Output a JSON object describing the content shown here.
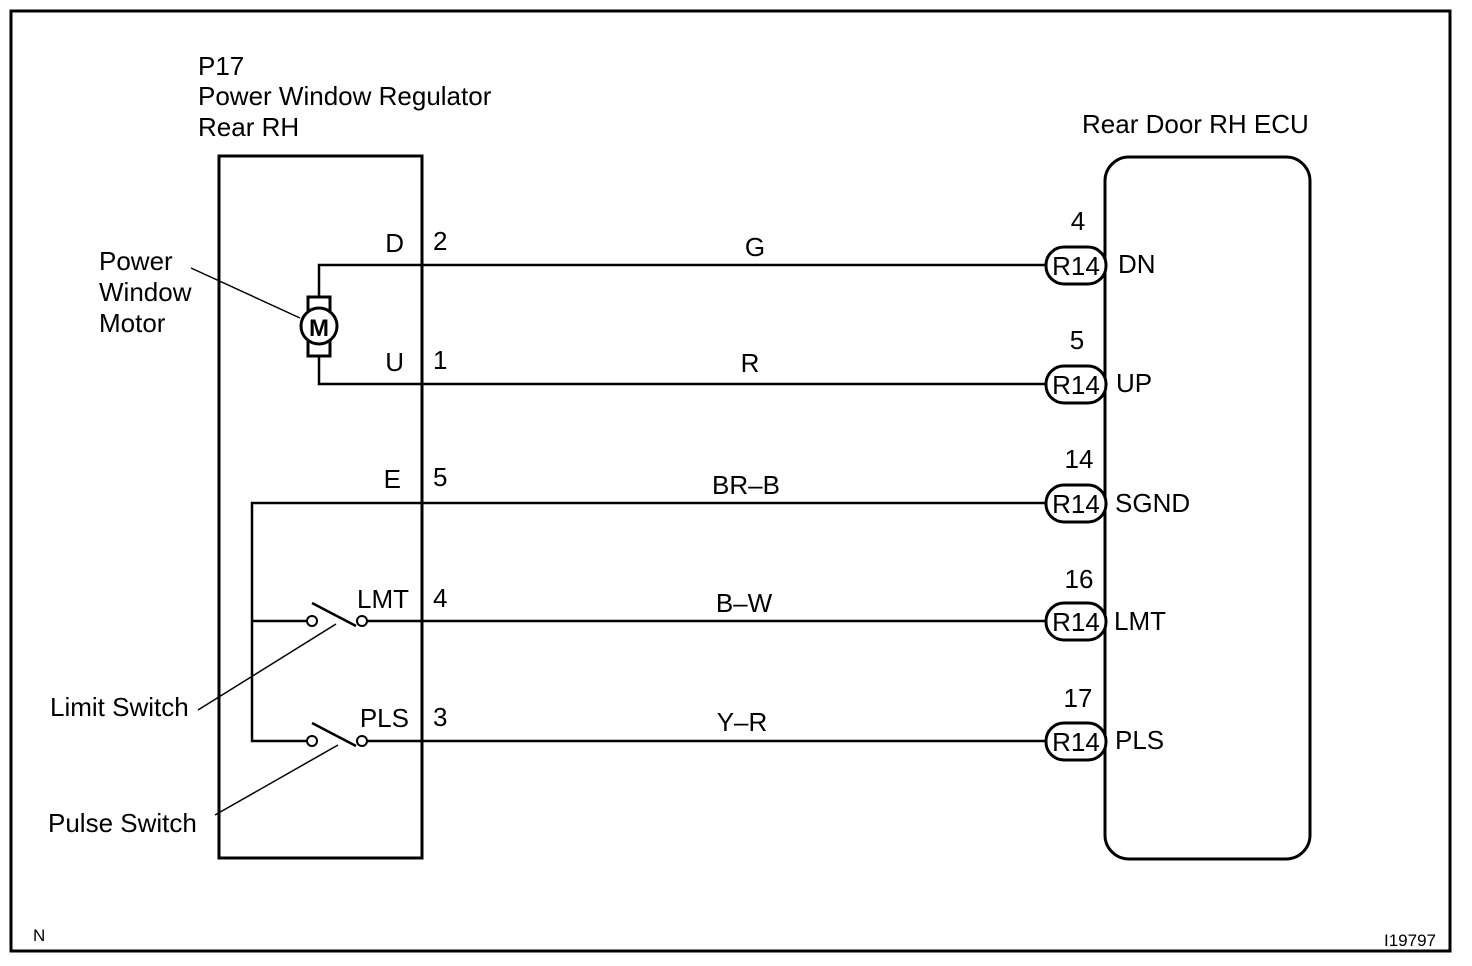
{
  "regulator": {
    "code": "P17",
    "name": "Power Window Regulator",
    "position": "Rear RH",
    "pins": [
      {
        "pin_label": "D",
        "pin_number": "2"
      },
      {
        "pin_label": "U",
        "pin_number": "1"
      },
      {
        "pin_label": "E",
        "pin_number": "5"
      },
      {
        "pin_label": "LMT",
        "pin_number": "4"
      },
      {
        "pin_label": "PLS",
        "pin_number": "3"
      }
    ]
  },
  "components": {
    "motor_label_line1": "Power",
    "motor_label_line2": "Window",
    "motor_label_line3": "Motor",
    "motor_symbol": "M",
    "limit_switch": "Limit Switch",
    "pulse_switch": "Pulse Switch"
  },
  "wires": [
    "G",
    "R",
    "BR–B",
    "B–W",
    "Y–R"
  ],
  "ecu": {
    "title": "Rear Door RH ECU",
    "connector": "R14",
    "pins": [
      {
        "number": "4",
        "label": "DN"
      },
      {
        "number": "5",
        "label": "UP"
      },
      {
        "number": "14",
        "label": "SGND"
      },
      {
        "number": "16",
        "label": "LMT"
      },
      {
        "number": "17",
        "label": "PLS"
      }
    ]
  },
  "footer": {
    "corner_mark": "N",
    "figure_id": "I19797"
  }
}
